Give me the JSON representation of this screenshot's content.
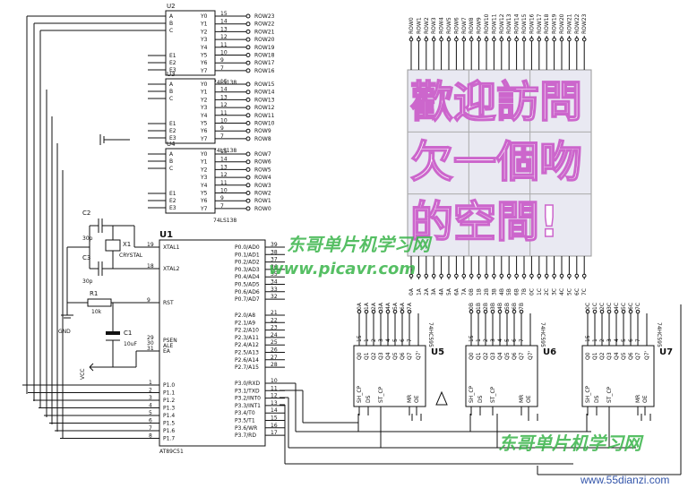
{
  "chips": {
    "u2": {
      "name": "U2",
      "type": "74LS138",
      "inputs": [
        "A",
        "B",
        "C",
        "E1",
        "E2",
        "E3"
      ],
      "outputs": [
        "Y0",
        "Y1",
        "Y2",
        "Y3",
        "Y4",
        "Y5",
        "Y6",
        "Y7"
      ],
      "pins": [
        "15",
        "14",
        "13",
        "12",
        "11",
        "10",
        "9",
        "7"
      ],
      "rows": [
        "ROW23",
        "ROW22",
        "ROW21",
        "ROW20",
        "ROW19",
        "ROW18",
        "ROW17",
        "ROW16"
      ]
    },
    "u3": {
      "name": "U3",
      "type": "74LS138",
      "outputs": [
        "Y0",
        "Y1",
        "Y2",
        "Y3",
        "Y4",
        "Y5",
        "Y6",
        "Y7"
      ],
      "pins": [
        "15",
        "14",
        "13",
        "12",
        "11",
        "10",
        "9",
        "7"
      ],
      "rows": [
        "ROW15",
        "ROW14",
        "ROW13",
        "ROW12",
        "ROW11",
        "ROW10",
        "ROW9",
        "ROW8"
      ]
    },
    "u4": {
      "name": "U4",
      "type": "74LS138",
      "outputs": [
        "Y0",
        "Y1",
        "Y2",
        "Y3",
        "Y4",
        "Y5",
        "Y6",
        "Y7"
      ],
      "pins": [
        "15",
        "14",
        "13",
        "12",
        "11",
        "10",
        "9",
        "7"
      ],
      "rows": [
        "ROW7",
        "ROW6",
        "ROW5",
        "ROW4",
        "ROW3",
        "ROW2",
        "ROW1",
        "ROW0"
      ]
    },
    "u1": {
      "name": "U1",
      "type": "AT89C51",
      "left_pins": [
        "XTAL1",
        "XTAL2",
        "RST",
        "PSEN",
        "ALE",
        "EA"
      ],
      "left_nums": [
        "19",
        "18",
        "9",
        "29",
        "30",
        "31"
      ],
      "port1": [
        "P1.0",
        "P1.1",
        "P1.2",
        "P1.3",
        "P1.4",
        "P1.5",
        "P1.6",
        "P1.7"
      ],
      "port1_nums": [
        "1",
        "2",
        "3",
        "4",
        "5",
        "6",
        "7",
        "8"
      ],
      "port0": [
        "P0.0/AD0",
        "P0.1/AD1",
        "P0.2/AD2",
        "P0.3/AD3",
        "P0.4/AD4",
        "P0.5/AD5",
        "P0.6/AD6",
        "P0.7/AD7"
      ],
      "port0_nums": [
        "39",
        "38",
        "37",
        "36",
        "35",
        "34",
        "33",
        "32"
      ],
      "port2": [
        "P2.0/A8",
        "P2.1/A9",
        "P2.2/A10",
        "P2.3/A11",
        "P2.4/A12",
        "P2.5/A13",
        "P2.6/A14",
        "P2.7/A15"
      ],
      "port2_nums": [
        "21",
        "22",
        "23",
        "24",
        "25",
        "26",
        "27",
        "28"
      ],
      "port3": [
        "P3.0/RXD",
        "P3.1/TXD",
        "P3.2/INT0",
        "P3.3/INT1",
        "P3.4/T0",
        "P3.5/T1",
        "P3.6/WR",
        "P3.7/RD"
      ],
      "port3_nums": [
        "10",
        "11",
        "12",
        "13",
        "14",
        "15",
        "16",
        "17"
      ]
    },
    "shift": [
      {
        "name": "U5",
        "type": "74HC595",
        "cols": [
          "0A",
          "1A",
          "2A",
          "3A",
          "4A",
          "5A",
          "6A",
          "7A"
        ]
      },
      {
        "name": "U6",
        "type": "74HC595",
        "cols": [
          "0B",
          "1B",
          "2B",
          "3B",
          "4B",
          "5B",
          "6B",
          "7B"
        ]
      },
      {
        "name": "U7",
        "type": "74HC595",
        "cols": [
          "0C",
          "1C",
          "2C",
          "3C",
          "4C",
          "5C",
          "6C",
          "7C"
        ]
      }
    ],
    "shift_outputs": [
      "Q0",
      "Q1",
      "Q2",
      "Q3",
      "Q4",
      "Q5",
      "Q6",
      "Q7"
    ],
    "shift_inputs": [
      "SH_CP",
      "DS",
      "ST_CP",
      "MR",
      "OE"
    ],
    "shift_top_pins": [
      "15",
      "1",
      "2",
      "3",
      "4",
      "5",
      "6",
      "7"
    ],
    "q7s": "Q7'"
  },
  "components": {
    "c2": "C2",
    "c2v": "30p",
    "c3": "C3",
    "c3v": "30p",
    "x1": "X1",
    "x1v": "CRYSTAL",
    "r1": "R1",
    "r1v": "10k",
    "c1": "C1",
    "c1v": "10uF",
    "gnd": "GND",
    "vcc": "VCC"
  },
  "matrix": {
    "rows_top": [
      "ROW0",
      "ROW1",
      "ROW2",
      "ROW3",
      "ROW4",
      "ROW5",
      "ROW6",
      "ROW7",
      "ROW8",
      "ROW9",
      "ROW10",
      "ROW11",
      "ROW12",
      "ROW13",
      "ROW14",
      "ROW15",
      "ROW16",
      "ROW17",
      "ROW18",
      "ROW19",
      "ROW20",
      "ROW21",
      "ROW22",
      "ROW23"
    ],
    "cols_bottom": [
      "0A",
      "1A",
      "2A",
      "3A",
      "4A",
      "5A",
      "6A",
      "7A",
      "0B",
      "1B",
      "2B",
      "3B",
      "4B",
      "5B",
      "6B",
      "7B",
      "0C",
      "1C",
      "2C",
      "3C",
      "4C",
      "5C",
      "6C",
      "7C"
    ],
    "text_lines": [
      "歡迎訪問",
      "欠一個吻",
      "的空間!"
    ]
  },
  "watermarks": {
    "cn": "东哥单片机学习网",
    "url": "www.picavr.com",
    "site": "www.55dianzi.com"
  }
}
